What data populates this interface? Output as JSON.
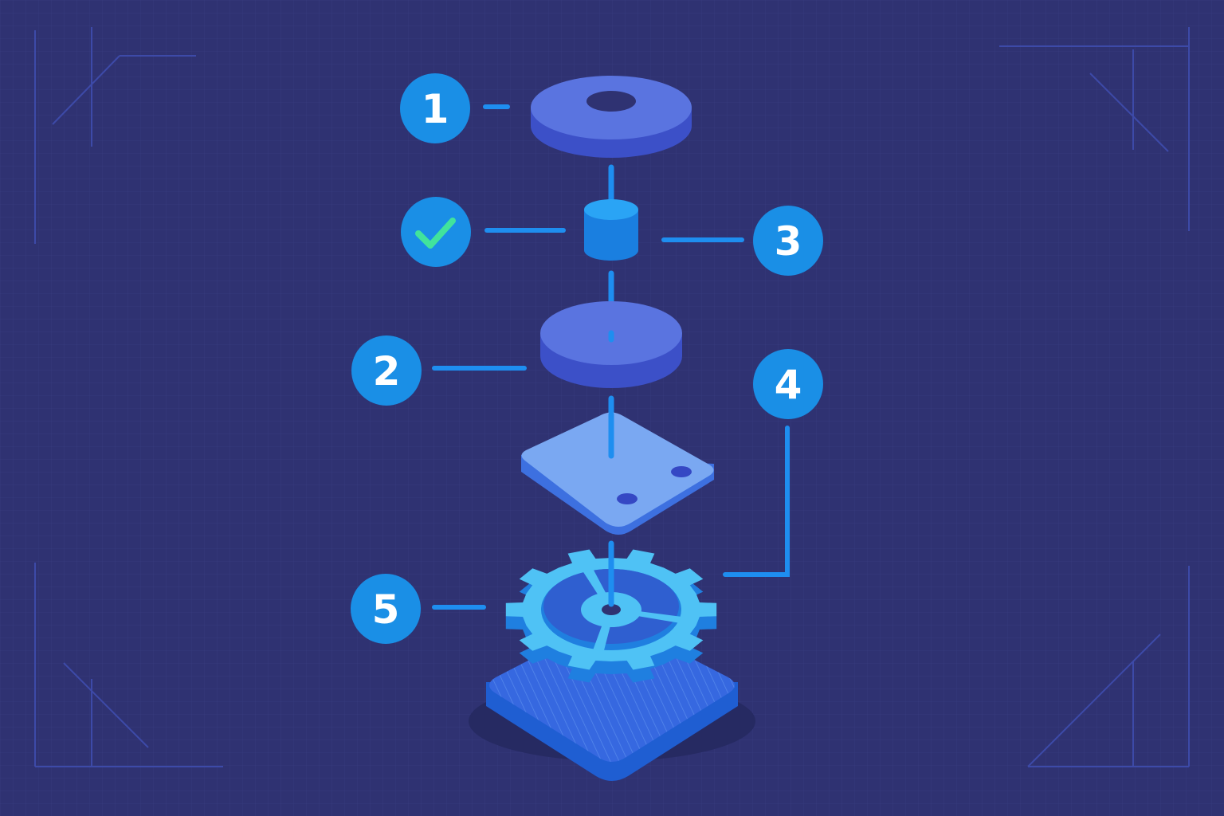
{
  "diagram": {
    "colors": {
      "background": "#2f3272",
      "badge": "#1a8fe6",
      "leader": "#1e8ef0",
      "part_face": "#5a74e0",
      "part_side": "#3c50c8",
      "gear": "#4fc2f5",
      "check": "#41e39c"
    },
    "callouts": [
      {
        "id": "1",
        "label": "1"
      },
      {
        "id": "check",
        "label": "",
        "icon": "check-icon"
      },
      {
        "id": "3",
        "label": "3"
      },
      {
        "id": "2",
        "label": "2"
      },
      {
        "id": "4",
        "label": "4"
      },
      {
        "id": "5",
        "label": "5"
      }
    ]
  }
}
